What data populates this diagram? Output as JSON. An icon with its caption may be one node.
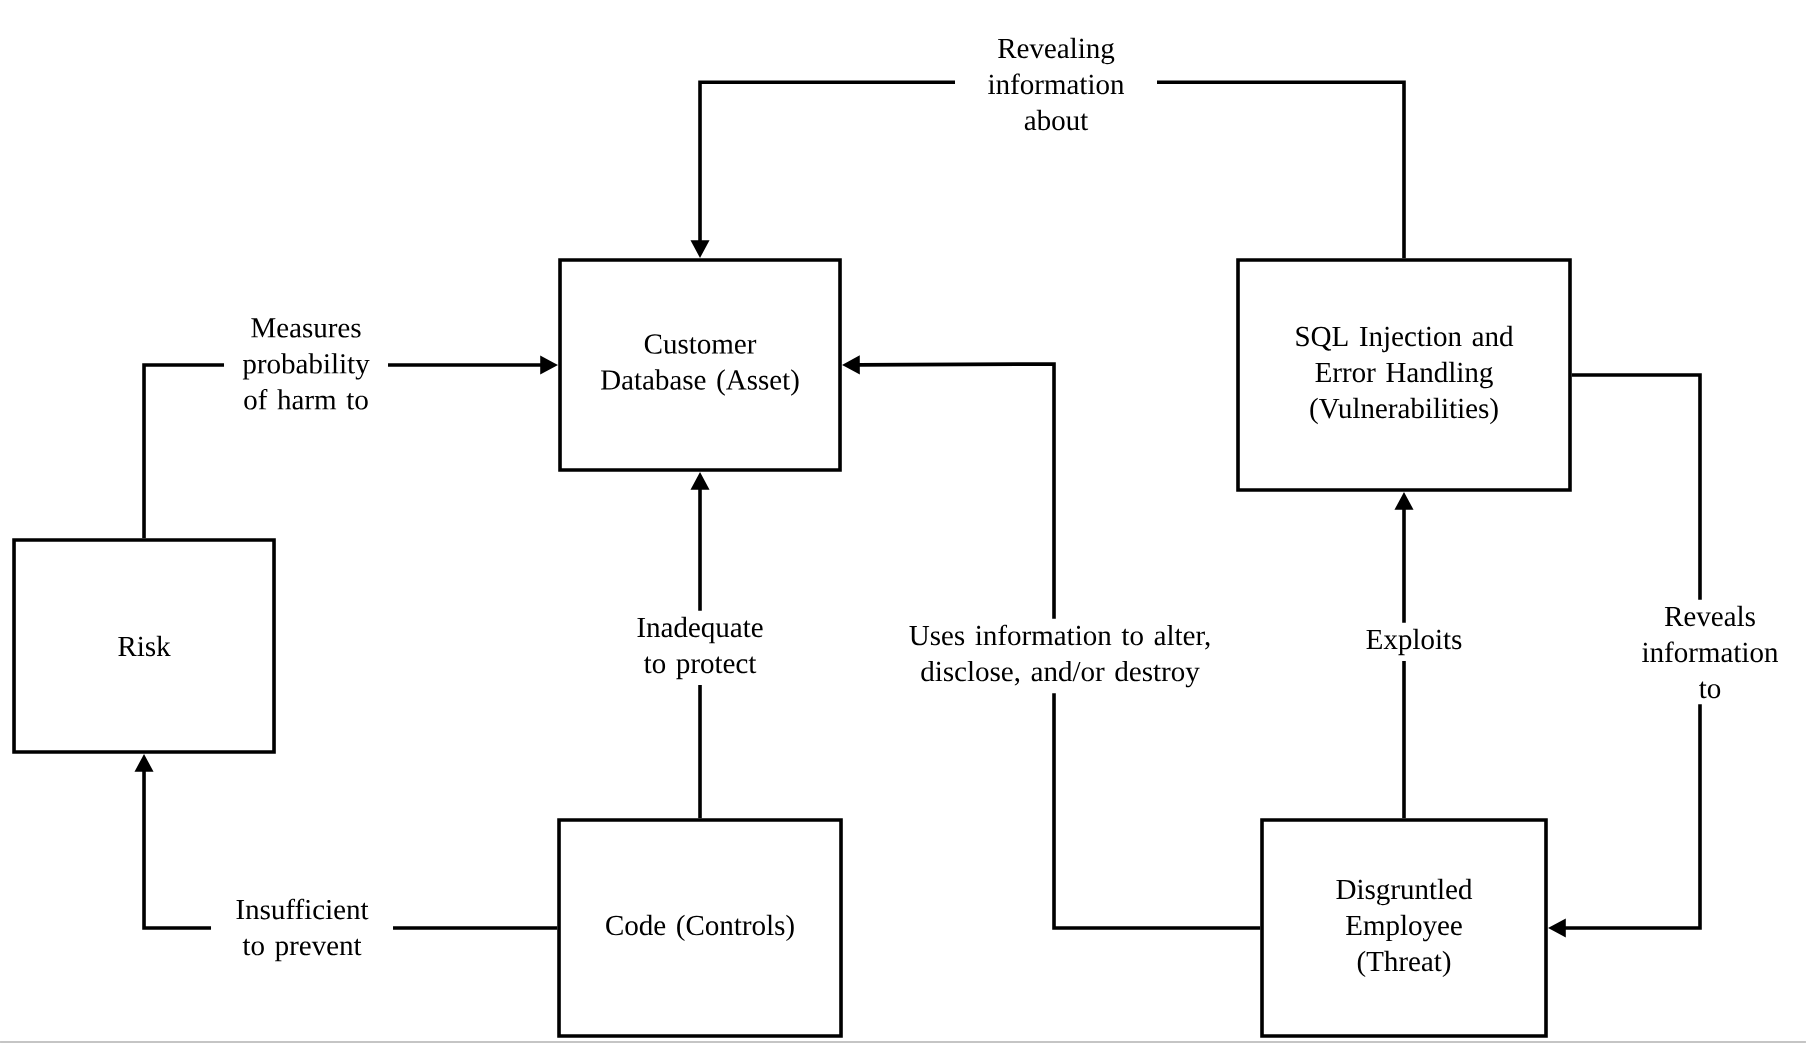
{
  "diagram": {
    "nodes": [
      {
        "text": [
          "Customer Database (Asset)"
        ]
      },
      {
        "text": [
          "SQL Injection and Error Handling (Vulnerabilities)"
        ]
      },
      {
        "text": [
          "Risk"
        ]
      },
      {
        "text": [
          "Code (Controls)"
        ]
      },
      {
        "text": [
          "Disgruntled Employee (Threat)"
        ]
      }
    ],
    "edges": [
      {
        "from": 2,
        "to": 0,
        "arrow": "to",
        "label": "Measures probability of harm to"
      },
      {
        "from": 1,
        "to": 0,
        "arrow": "to",
        "label": "Revealing information about"
      },
      {
        "from": 3,
        "to": 0,
        "arrow": "to",
        "label": "Inadequate to protect"
      },
      {
        "from": 3,
        "to": 2,
        "arrow": "to",
        "label": "Insufficient to prevent"
      },
      {
        "from": 4,
        "to": 0,
        "arrow": "to",
        "label": "Uses information to alter, disclose, and/or destroy"
      },
      {
        "from": 4,
        "to": 1,
        "arrow": "to",
        "label": "Exploits"
      },
      {
        "from": 1,
        "to": 4,
        "arrow": "to",
        "label": "Reveals information to"
      }
    ]
  }
}
